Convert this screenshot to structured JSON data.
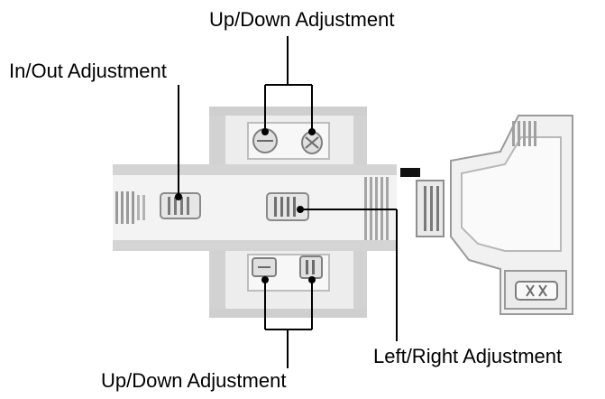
{
  "callouts": {
    "top_updown": "Up/Down Adjustment",
    "inout": "In/Out  Adjustment",
    "leftright": "Left/Right Adjustment",
    "bottom_updown": "Up/Down Adjustment"
  },
  "colors": {
    "line": "#000000",
    "part_light": "#dcdcdc",
    "part_mid": "#bdbdbd",
    "part_dark": "#8a8a8a",
    "background": "#ffffff"
  }
}
